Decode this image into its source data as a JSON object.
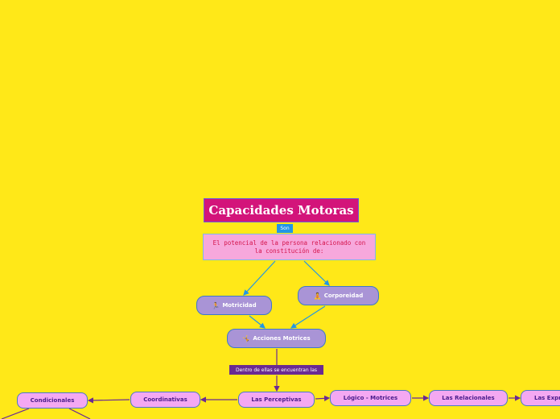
{
  "title": "Capacidades Motoras",
  "connector_son": "Son",
  "description": "El potencial de la persona relacionado con la constitución de:",
  "nodes": {
    "motricidad": "Motricidad",
    "corporeidad": "Corporeidad",
    "acciones": "Acciones Motrices",
    "condicionales": "Condicionales",
    "coordinativas": "Coordinativas",
    "perceptivas": "Las Perceptivas",
    "logico": "Lógico - Motrices",
    "relaciones": "Las Relacionales",
    "expresivas": "Las Expr"
  },
  "connector_dentro": "Dentro de ellas se encuentran las",
  "icons": {
    "motricidad": "runner-icon",
    "corporeidad": "person-icon",
    "acciones": "gymnast-icon"
  },
  "colors": {
    "background": "#ffe818",
    "title_fill": "#d3147a",
    "description_fill": "#f7a8dc",
    "pill_fill": "#a994d6",
    "pink_fill": "#f4a8f2",
    "blue_link": "#2196e6",
    "purple_link": "#6b2a92"
  }
}
